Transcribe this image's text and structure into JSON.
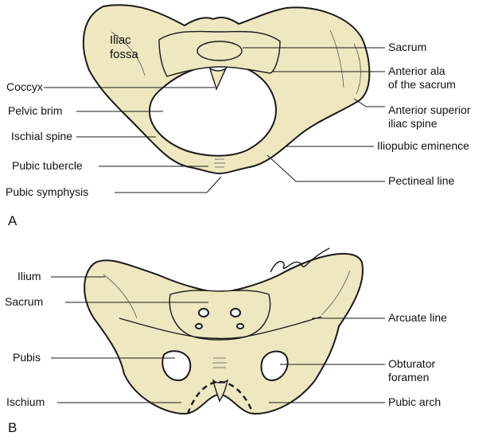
{
  "figure_a": {
    "panel_label": "A",
    "inner_label": "Iliac\nfossa",
    "labels_left": [
      "Coccyx",
      "Pelvic brim",
      "Ischial spine",
      "Pubic tubercle",
      "Pubic symphysis"
    ],
    "labels_right": [
      "Sacrum",
      "Anterior ala\nof the sacrum",
      "Anterior superior\niliac spine",
      "Iliopubic eminence",
      "Pectineal line"
    ]
  },
  "figure_b": {
    "panel_label": "B",
    "labels_left": [
      "Ilium",
      "Sacrum",
      "Pubis",
      "Ischium"
    ],
    "labels_right": [
      "Arcuate line",
      "Obturator\nforamen",
      "Pubic arch"
    ]
  },
  "colors": {
    "bone": "#efe7bf",
    "outline": "#1a1a1a",
    "background": "#ffffff"
  }
}
